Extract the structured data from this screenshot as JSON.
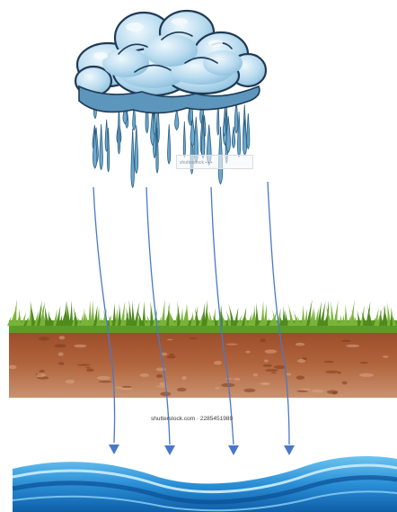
{
  "diagram": {
    "elements": {
      "cloud": "rain cloud",
      "ground": "grass and soil layer",
      "water": "groundwater"
    },
    "arrows": [
      "arrow-1",
      "arrow-2",
      "arrow-3",
      "arrow-4"
    ],
    "watermark": "shutterstock.com · 2285451989",
    "strip_text": "shutterstock ▪ ▪ ▪",
    "colors": {
      "cloud_fill": "#a9cfe6",
      "cloud_highlight": "#e6f3fb",
      "cloud_outline": "#1f3a55",
      "rain": "#6ea8cc",
      "grass": "#79b43a",
      "grass_dark": "#4f8a1f",
      "soil_top": "#a3512d",
      "soil_bottom": "#c48a62",
      "arrow": "#4a78c8",
      "water_light": "#5bb6ea",
      "water_dark": "#1668b0"
    }
  }
}
